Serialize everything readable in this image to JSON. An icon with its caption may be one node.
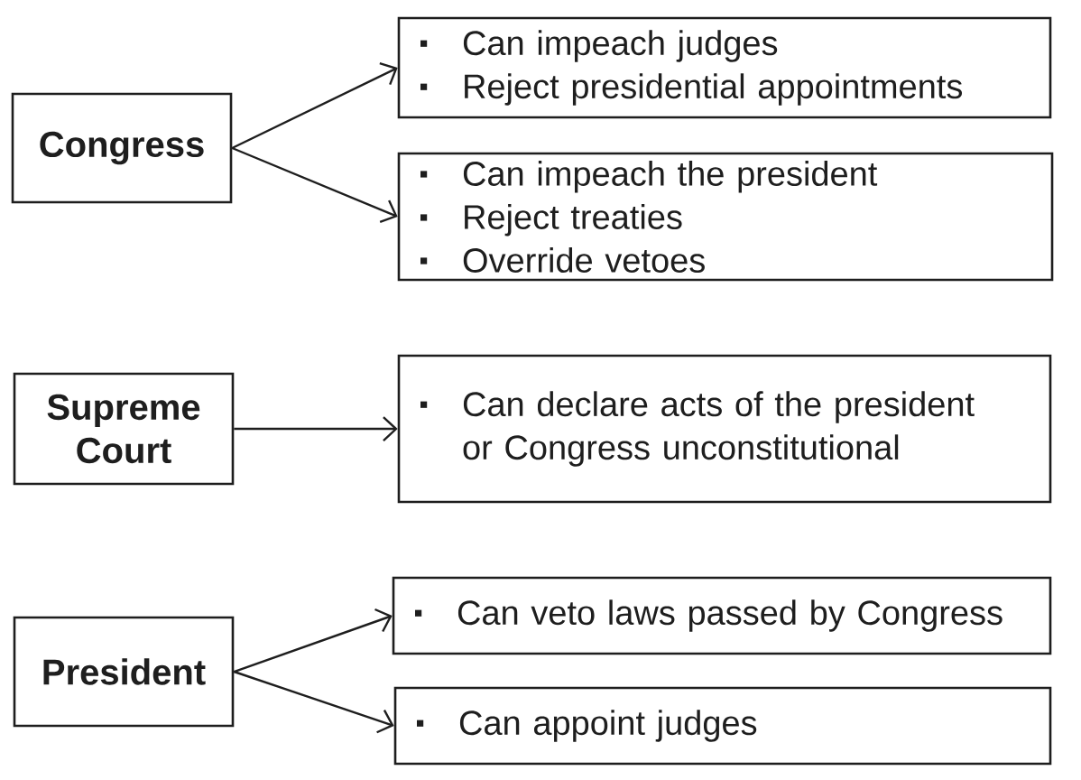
{
  "diagram": {
    "nodes": [
      {
        "text": [
          "Congress"
        ]
      },
      {
        "text": [
          "Can impeach judges",
          "Reject presidential appointments"
        ]
      },
      {
        "text": [
          "Can impeach the president",
          "Reject treaties",
          "Override vetoes"
        ]
      },
      {
        "text": [
          "Supreme Court"
        ]
      },
      {
        "text": [
          "Can declare acts of the president or Congress unconstitutional"
        ]
      },
      {
        "text": [
          "President"
        ]
      },
      {
        "text": [
          "Can veto laws passed by Congress"
        ]
      },
      {
        "text": [
          "Can appoint judges"
        ]
      }
    ],
    "edges": [
      {
        "from": 0,
        "to": 1,
        "arrow": "to"
      },
      {
        "from": 0,
        "to": 2,
        "arrow": "to"
      },
      {
        "from": 3,
        "to": 4,
        "arrow": "to"
      },
      {
        "from": 5,
        "to": 6,
        "arrow": "to"
      },
      {
        "from": 5,
        "to": 7,
        "arrow": "to"
      }
    ]
  }
}
